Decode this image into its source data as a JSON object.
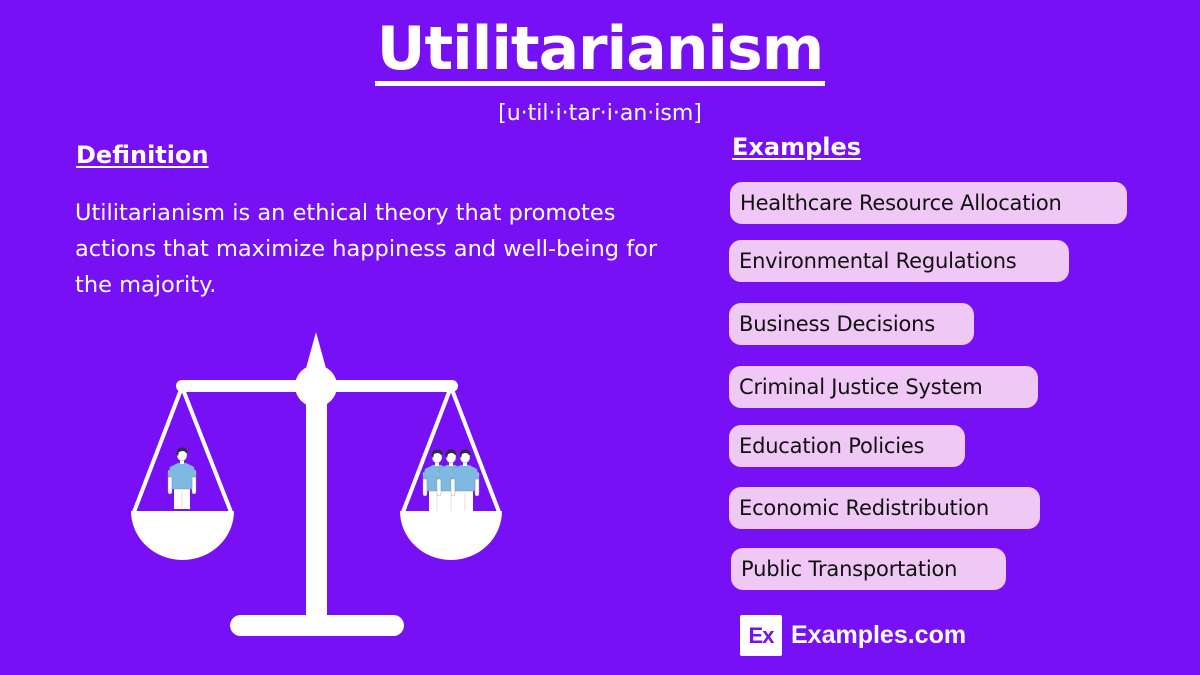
{
  "header": {
    "title": "Utilitarianism",
    "pronunciation": "[u·til·i·tar·i·an·ism]"
  },
  "definition": {
    "heading": "Definition",
    "text": "Utilitarianism is an ethical theory that promotes actions that maximize happiness and well-being for the majority."
  },
  "examples": {
    "heading": "Examples",
    "items": [
      {
        "label": "Healthcare Resource Allocation"
      },
      {
        "label": "Environmental Regulations"
      },
      {
        "label": "Business Decisions"
      },
      {
        "label": "Criminal Justice System"
      },
      {
        "label": "Education Policies"
      },
      {
        "label": "Economic Redistribution"
      },
      {
        "label": "Public Transportation"
      }
    ]
  },
  "illustration": {
    "icon": "balance-scale-icon",
    "left_pan_people": 1,
    "right_pan_people": 3
  },
  "logo": {
    "mark": "Ex",
    "text": "Examples.com"
  },
  "colors": {
    "background": "#7710F5",
    "pill": "#F0C8F5",
    "text_light": "#FFFFFF",
    "text_dark": "#111111",
    "shirt": "#7FB8E0"
  }
}
